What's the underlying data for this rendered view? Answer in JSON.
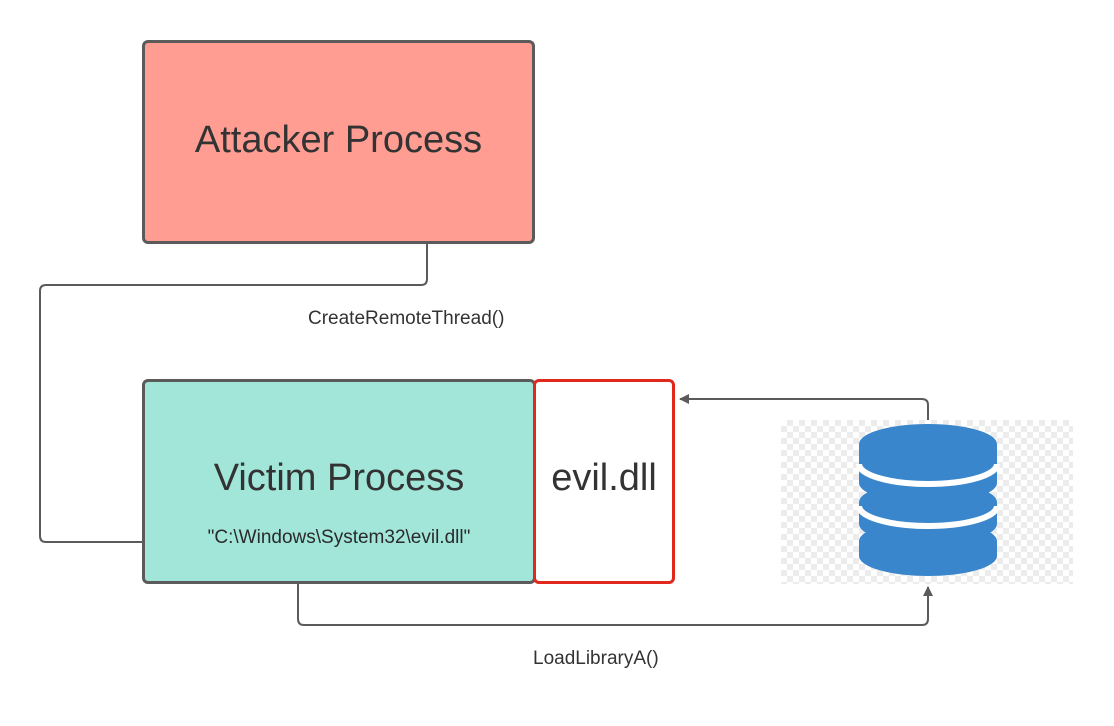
{
  "nodes": {
    "attacker": {
      "label": "Attacker Process"
    },
    "victim": {
      "label": "Victim Process",
      "path": "\"C:\\Windows\\System32\\evil.dll\""
    },
    "dll": {
      "label": "evil.dll"
    }
  },
  "edges": {
    "create_remote_thread": {
      "label": "CreateRemoteThread()"
    },
    "load_library": {
      "label": "LoadLibraryA()"
    }
  },
  "icons": {
    "database": "database-icon"
  },
  "colors": {
    "attacker_fill": "#ff9d93",
    "victim_fill": "#a1e6d9",
    "dll_border": "#e0291c",
    "database_blue": "#3a86cc",
    "connector": "#5b5b5b"
  }
}
